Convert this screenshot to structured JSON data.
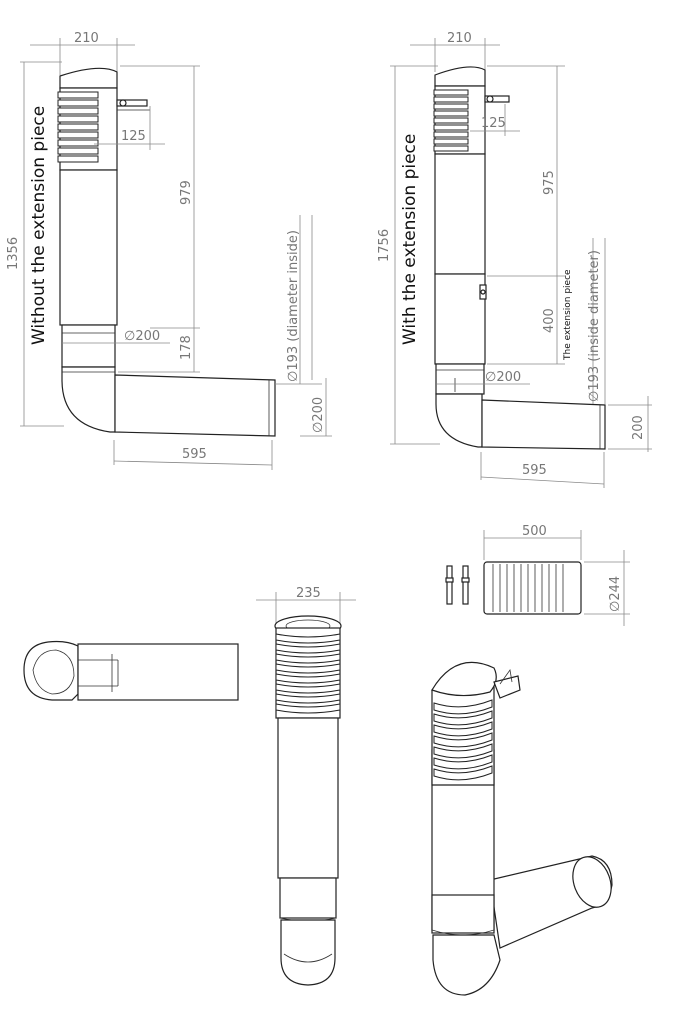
{
  "views": {
    "without": {
      "title": "Without the extension piece",
      "dims": {
        "top_width": "210",
        "bracket_offset": "125",
        "total_height": "1356",
        "upper_height": "979",
        "lower_height": "178",
        "neck_diameter": "∅200",
        "inner_diameter": "∅193 (diameter inside)",
        "outlet_diameter": "∅200",
        "outlet_length": "595"
      }
    },
    "with": {
      "title": "With the extension piece",
      "ext_label": "The extension piece",
      "dims": {
        "top_width": "210",
        "bracket_offset": "125",
        "total_height": "1756",
        "upper_height": "975",
        "ext_height": "400",
        "neck_diameter": "∅200",
        "inner_diameter": "∅193 (inside diameter)",
        "outlet_diameter": "200",
        "outlet_length": "595"
      }
    },
    "front": {
      "width": "235"
    },
    "extension_part": {
      "length": "500",
      "diameter": "∅244"
    }
  }
}
